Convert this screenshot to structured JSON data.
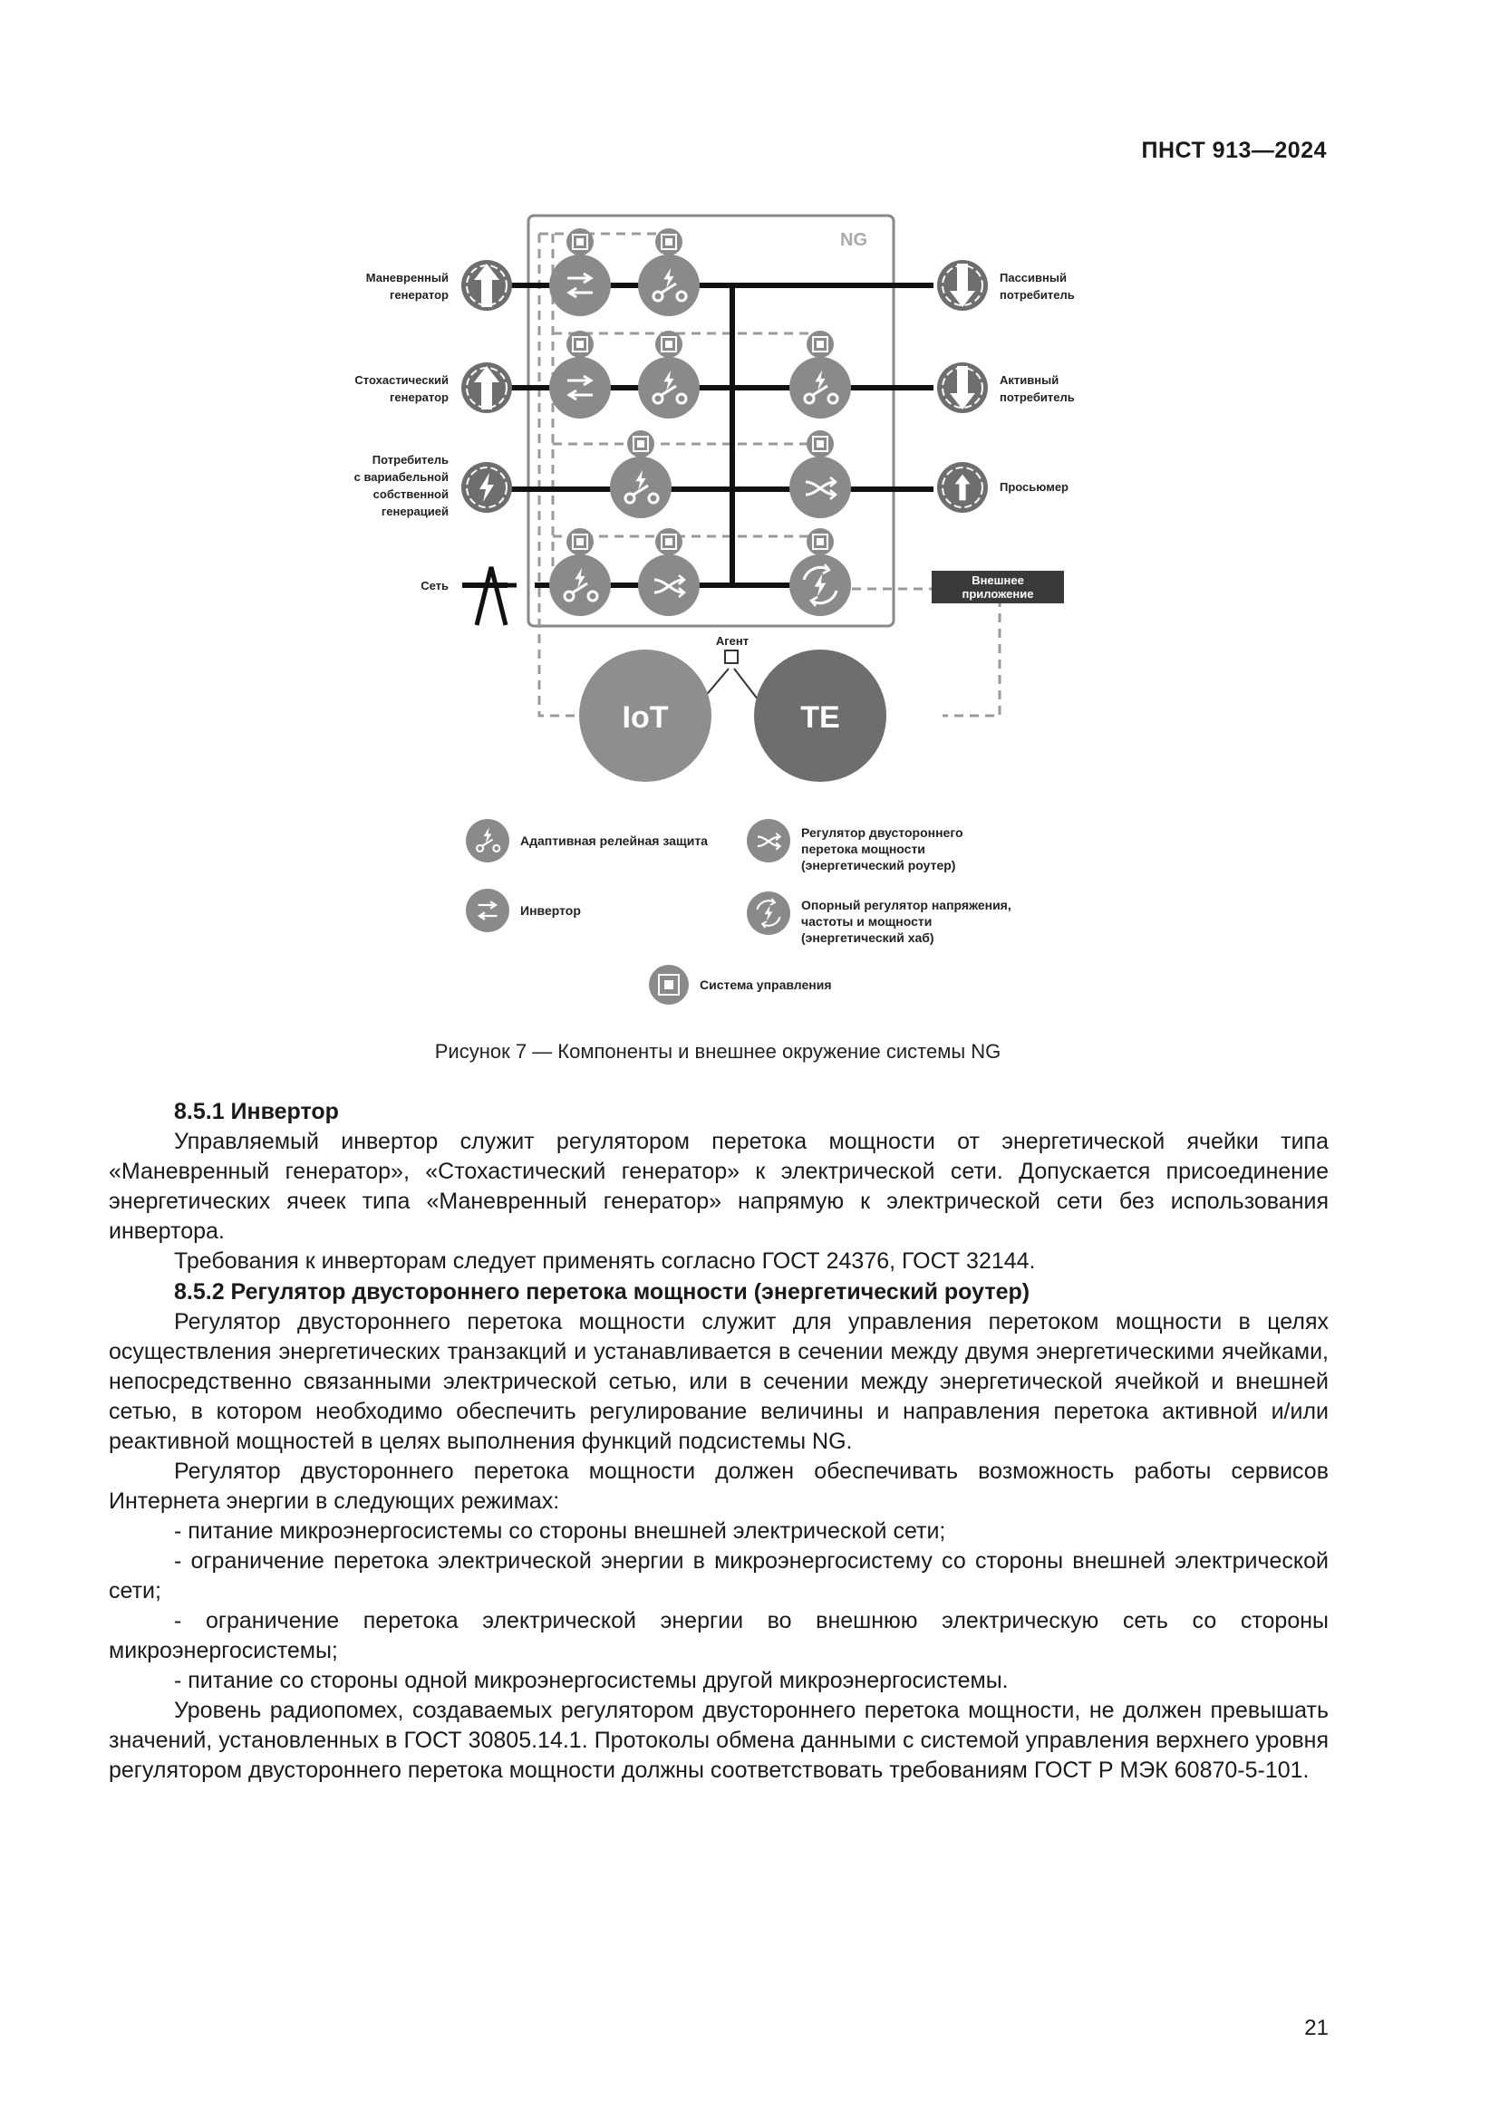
{
  "header": {
    "doc_code": "ПНСТ 913—2024"
  },
  "figure": {
    "ng_label": "NG",
    "left_labels": {
      "row1": [
        "Маневренный",
        "генератор"
      ],
      "row2": [
        "Стохастический",
        "генератор"
      ],
      "row3": [
        "Потребитель",
        "с вариабельной",
        "собственной",
        "генерацией"
      ],
      "row4": [
        "Сеть"
      ]
    },
    "right_labels": {
      "row1": [
        "Пассивный",
        "потребитель"
      ],
      "row2": [
        "Активный",
        "потребитель"
      ],
      "row3": [
        "Просьюмер"
      ]
    },
    "external_app": [
      "Внешнее",
      "приложение"
    ],
    "agent_label": "Агент",
    "iot_label": "IoT",
    "te_label": "TE",
    "legend": {
      "relay": "Адаптивная релейная защита",
      "router": [
        "Регулятор двустороннего",
        "перетока мощности",
        "(энергетический роутер)"
      ],
      "inverter": "Инвертор",
      "hub": [
        "Опорный регулятор напряжения,",
        "частоты и мощности",
        "(энергетический хаб)"
      ],
      "control": "Система управления"
    }
  },
  "caption": "Рисунок 7 — Компоненты и внешнее окружение системы NG",
  "section_851": {
    "heading": "8.5.1 Инвертор",
    "p1": "Управляемый инвертор служит регулятором перетока мощности от энергетической ячейки типа «Маневренный генератор», «Стохастический генератор» к электрической сети. Допускается присоединение энергетических ячеек типа «Маневренный генератор» напрямую к электрической сети без использования инвертора.",
    "p2": "Требования к инверторам следует применять согласно ГОСТ 24376, ГОСТ 32144."
  },
  "section_852": {
    "heading": "8.5.2 Регулятор двустороннего перетока мощности (энергетический роутер)",
    "p1": "Регулятор двустороннего перетока мощности служит для управления перетоком мощности в целях осуществления энергетических транзакций и устанавливается в сечении между двумя энергетическими ячейками, непосредственно связанными электрической сетью, или в сечении между энергетической ячейкой и внешней сетью, в котором необходимо обеспечить регулирование величины и направления перетока активной и/или реактивной мощностей в целях выполнения функций подсистемы NG.",
    "p2": "Регулятор двустороннего перетока мощности должен обеспечивать возможность работы сервисов Интернета энергии в следующих режимах:",
    "b1": "- питание микроэнергосистемы со стороны внешней электрической сети;",
    "b2": "- ограничение перетока электрической энергии в микроэнергосистему со стороны внешней электрической сети;",
    "b3": "- ограничение перетока электрической энергии во внешнюю электрическую сеть со стороны микроэнергосистемы;",
    "b4": "- питание со стороны одной микроэнергосистемы другой микроэнергосистемы.",
    "p3": "Уровень радиопомех, создаваемых регулятором двустороннего перетока мощности, не должен превышать значений, установленных в ГОСТ 30805.14.1. Протоколы обмена данными с системой управления верхнего уровня регулятором двустороннего перетока мощности должны соответствовать требованиям ГОСТ Р МЭК 60870-5-101."
  },
  "page_number": "21"
}
